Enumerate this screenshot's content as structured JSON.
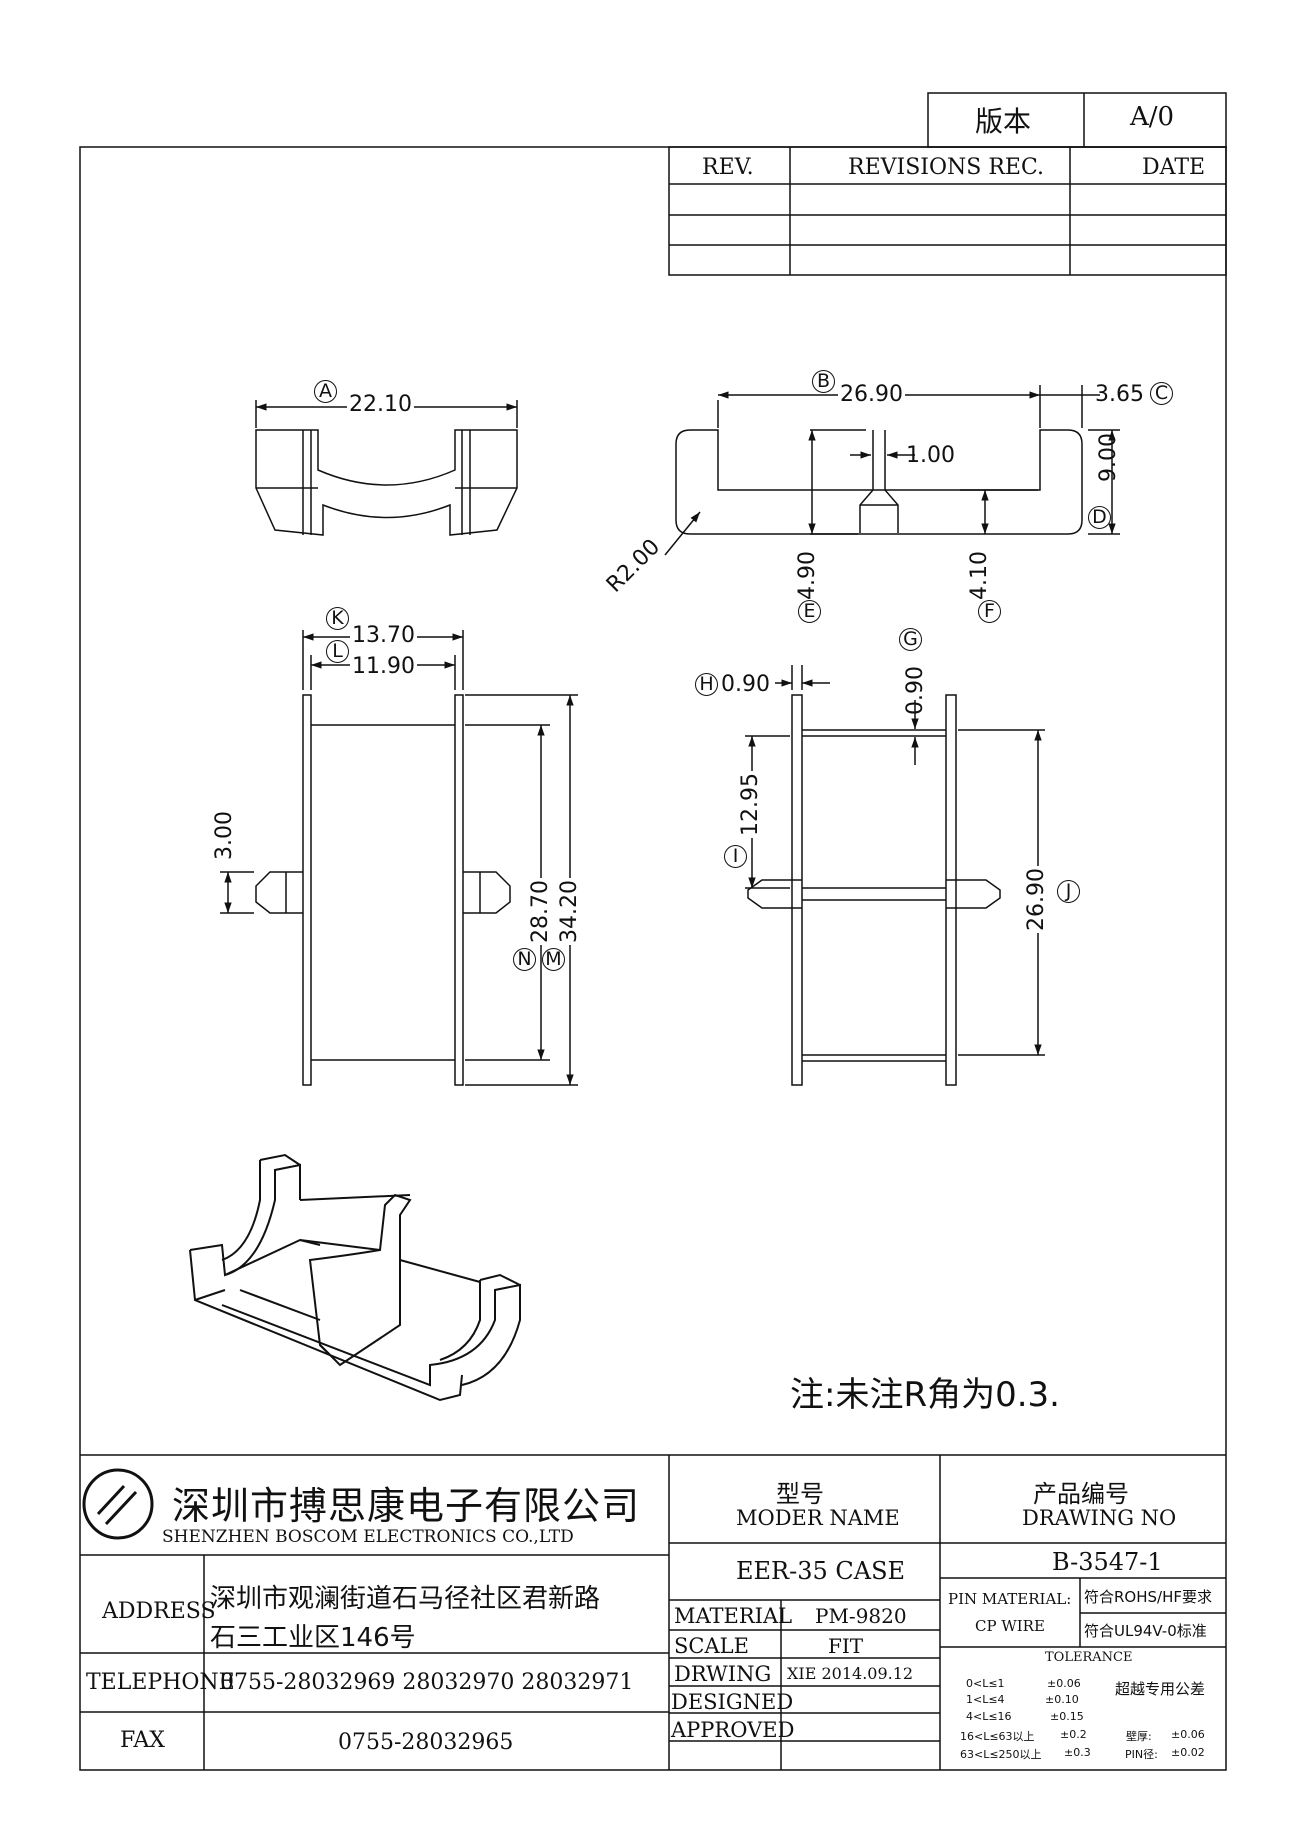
{
  "version": {
    "label": "版本",
    "value": "A/0"
  },
  "revision_table": {
    "headers": [
      "REV.",
      "REVISIONS REC.",
      "DATE"
    ]
  },
  "dimensions": {
    "A": {
      "letter": "A",
      "value": "22.10"
    },
    "B": {
      "letter": "B",
      "value": "26.90"
    },
    "C": {
      "letter": "C",
      "value": "3.65"
    },
    "D": {
      "letter": "D",
      "value": "9.00"
    },
    "E": {
      "letter": "E",
      "value": "4.90"
    },
    "F": {
      "letter": "F",
      "value": "4.10"
    },
    "G": {
      "letter": "G",
      "value": "0.90"
    },
    "H": {
      "letter": "H",
      "value": "0.90"
    },
    "I": {
      "letter": "I",
      "value": "12.95"
    },
    "J": {
      "letter": "J",
      "value": "26.90"
    },
    "K": {
      "letter": "K",
      "value": "13.70"
    },
    "L": {
      "letter": "L",
      "value": "11.90"
    },
    "M": {
      "letter": "M",
      "value": "34.20"
    },
    "N": {
      "letter": "N",
      "value": "28.70"
    },
    "slot": "1.00",
    "radius": "R2.00",
    "tab": "3.00"
  },
  "note": "注:未注R角为0.3.",
  "company": {
    "name_cn": "深圳市搏思康电子有限公司",
    "name_en": "SHENZHEN BOSCOM ELECTRONICS CO.,LTD"
  },
  "address": {
    "label": "ADDRESS",
    "line1": "深圳市观澜街道石马径社区君新路",
    "line2": "石三工业区146号"
  },
  "telephone": {
    "label": "TELEPHONE",
    "value": "0755-28032969 28032970 28032971"
  },
  "fax": {
    "label": "FAX",
    "value": "0755-28032965"
  },
  "model": {
    "label_cn": "型号",
    "label_en": "MODER NAME",
    "value": "EER-35 CASE"
  },
  "drawing_no": {
    "label_cn": "产品编号",
    "label_en": "DRAWING NO",
    "value": "B-3547-1"
  },
  "material": {
    "label": "MATERIAL",
    "value": "PM-9820"
  },
  "scale": {
    "label": "SCALE",
    "value": "FIT"
  },
  "drawing": {
    "label": "DRWING",
    "value": "XIE 2014.09.12"
  },
  "designed": {
    "label": "DESIGNED"
  },
  "approved": {
    "label": "APPROVED"
  },
  "pin": {
    "label": "PIN MATERIAL:",
    "value": "CP WIRE",
    "rohs": "符合ROHS/HF要求",
    "ul": "符合UL94V-0标准"
  },
  "tolerance": {
    "label": "TOLERANCE",
    "rows": [
      {
        "range": "0<L≤1",
        "value": "±0.06"
      },
      {
        "range": "1<L≤4",
        "value": "±0.10"
      },
      {
        "range": "4<L≤16",
        "value": "±0.15"
      },
      {
        "range": "16<L≤63以上",
        "value": "±0.2"
      },
      {
        "range": "63<L≤250以上",
        "value": "±0.3"
      }
    ],
    "special": "超越专用公差",
    "wall": "壁厚:",
    "wall_value": "±0.06",
    "pin_dia": "PIN径:",
    "pin_dia_value": "±0.02"
  }
}
